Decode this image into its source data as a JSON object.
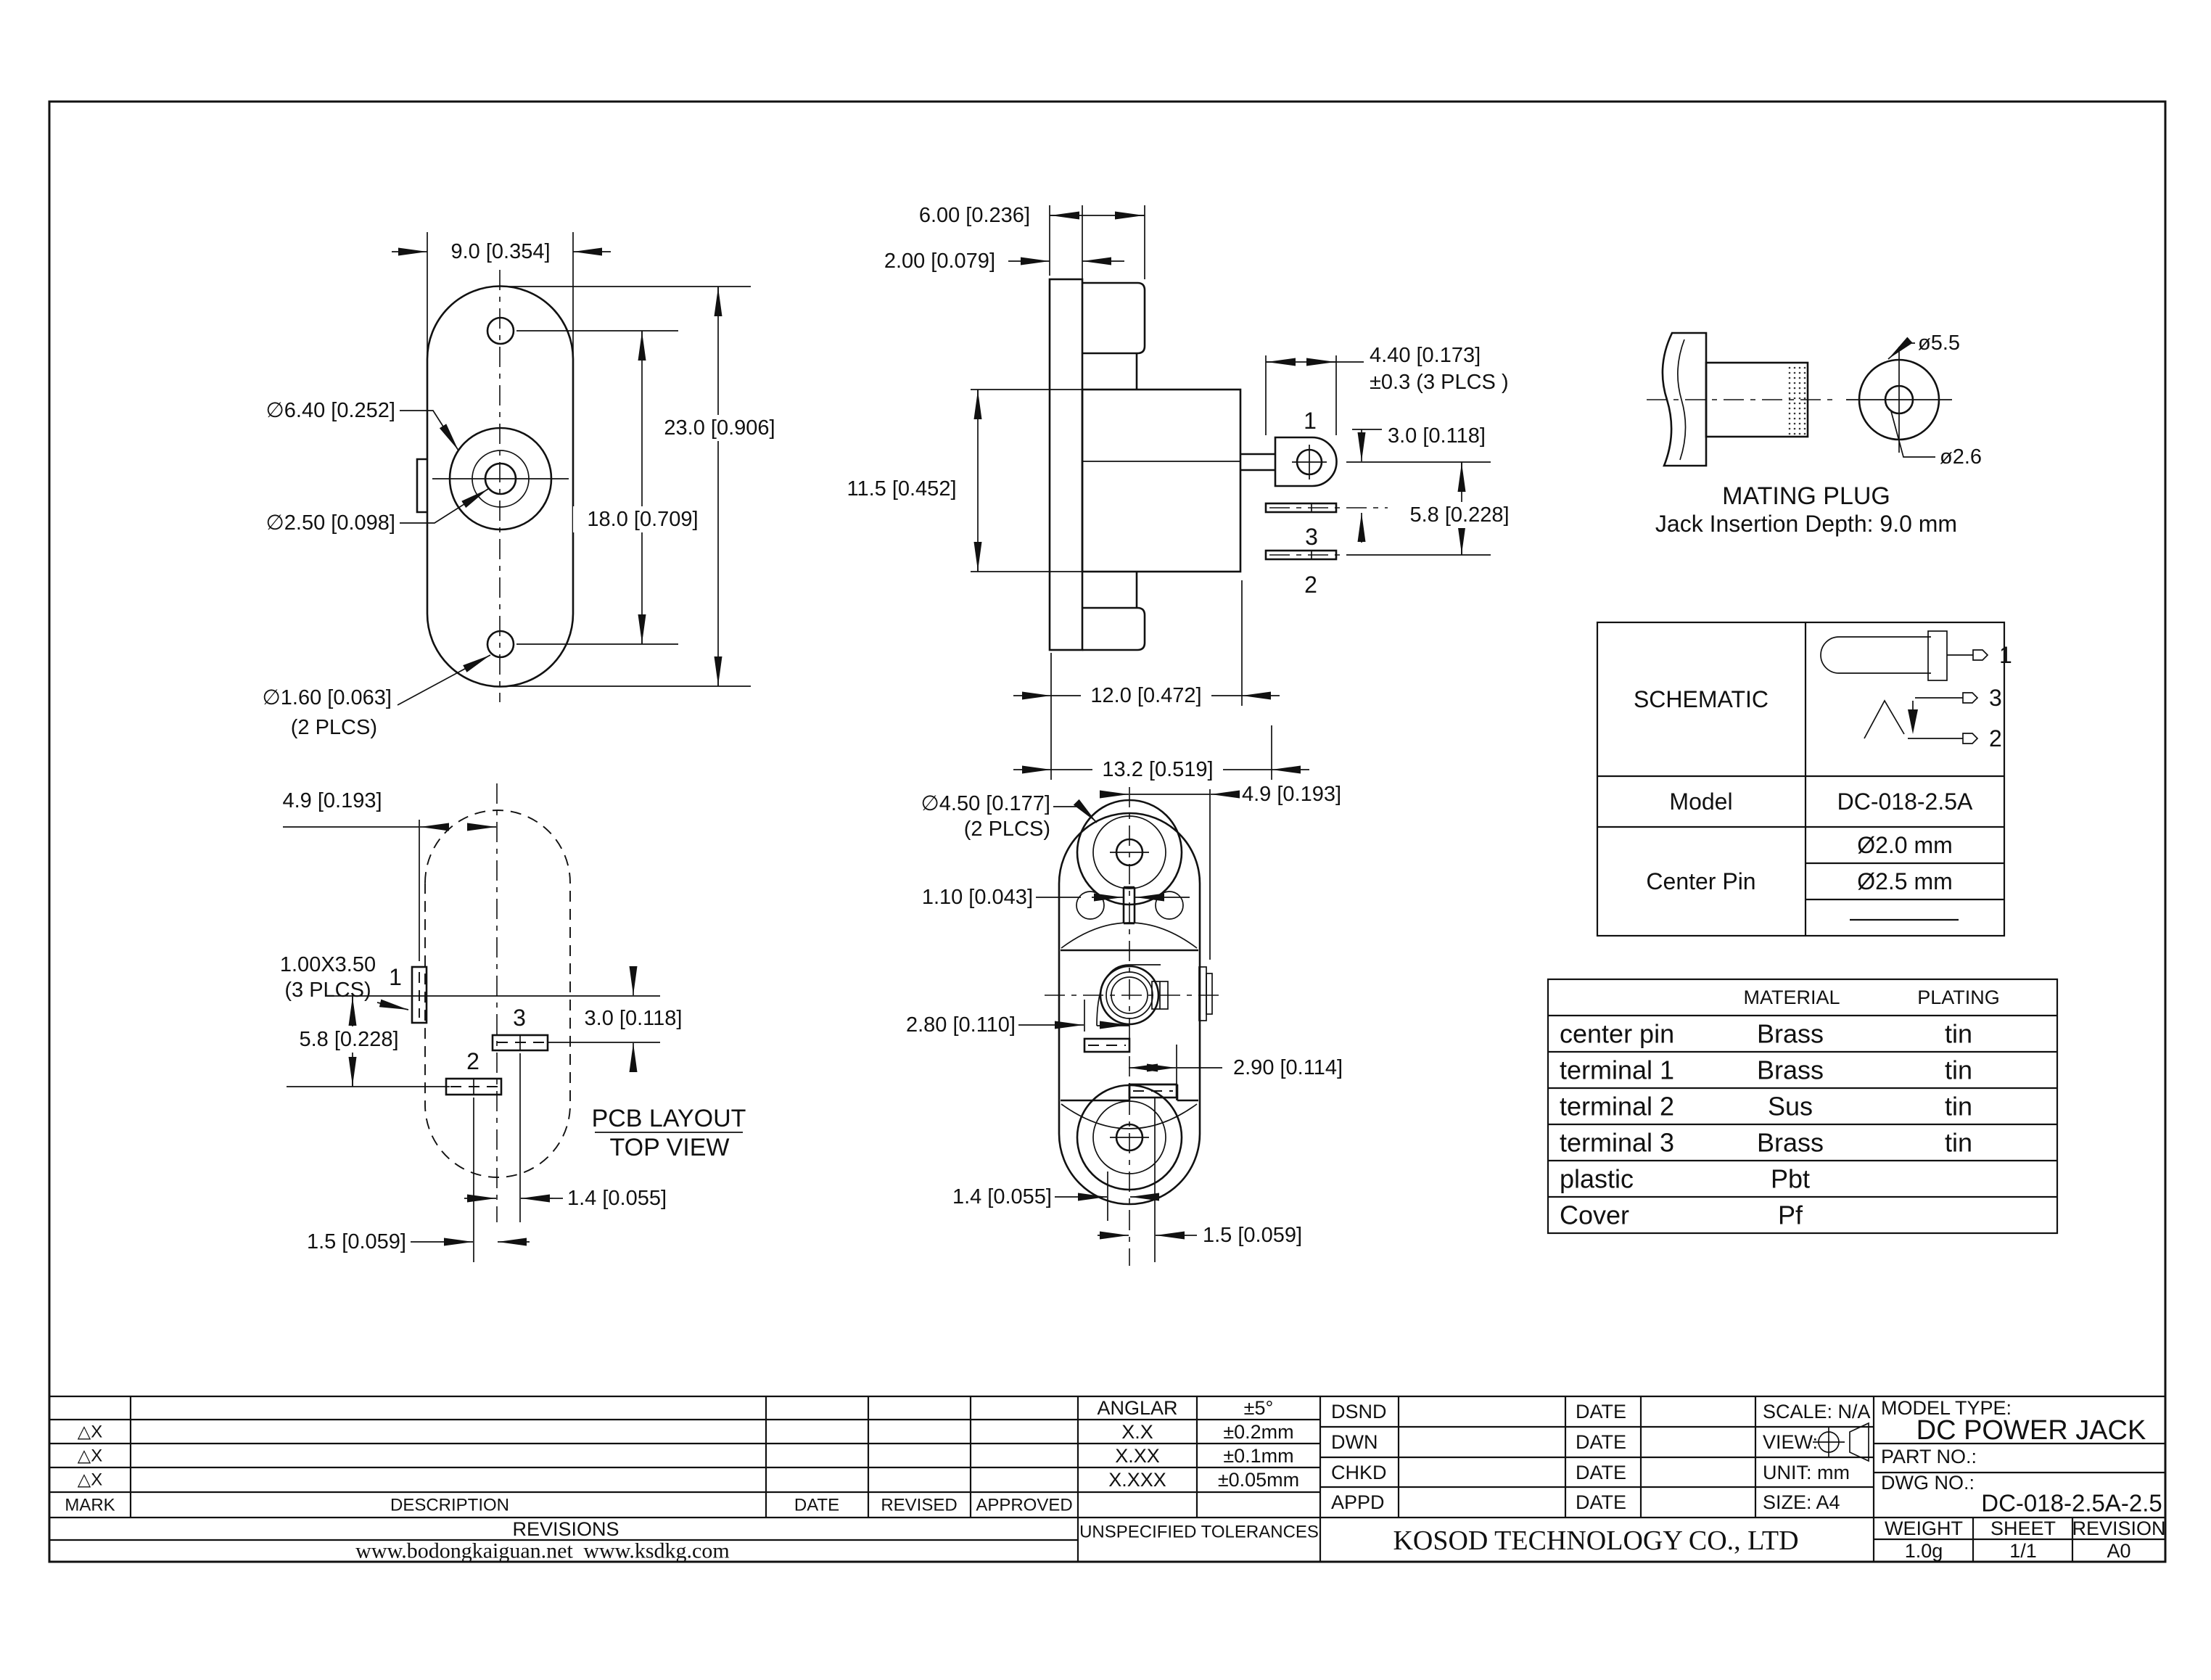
{
  "drawing": {
    "front_view": {
      "dim_width": "9.0 [0.354]",
      "dim_height": "23.0 [0.906]",
      "dim_hole_spacing": "18.0 [0.709]",
      "dia_boss": "∅6.40 [0.252]",
      "dia_center": "∅2.50 [0.098]",
      "dia_small_holes": "∅1.60 [0.063]",
      "dia_small_holes_note": "(2 PLCS)"
    },
    "side_view": {
      "dim_boss_width": "6.00 [0.236]",
      "dim_flange_thickness": "2.00 [0.079]",
      "dim_body_height": "11.5 [0.452]",
      "dim_terminal_length": "4.40 [0.173]",
      "dim_terminal_tolerance": "±0.3 (3 PLCS )",
      "dim_pin1_pin3": "3.0 [0.118]",
      "dim_pin1_pin2": "5.8 [0.228]",
      "dim_body_depth": "12.0 [0.472]",
      "dim_overall_depth": "13.2 [0.519]",
      "pin1": "1",
      "pin2": "2",
      "pin3": "3"
    },
    "mating_plug": {
      "dia_outer": "ø5.5",
      "dia_inner": "ø2.6",
      "title": "MATING PLUG",
      "note": "Jack Insertion Depth: 9.0 mm"
    },
    "pcb_layout": {
      "dim_pad1_offset": "4.9 [0.193]",
      "pad_size": "1.00X3.50",
      "pad_size_note": "(3 PLCS)",
      "dim_pin1_pin2": "5.8 [0.228]",
      "dim_pin1_pin3": "3.0 [0.118]",
      "dim_pad3_offset": "1.4 [0.055]",
      "dim_pad2_offset": "1.5 [0.059]",
      "title_line1": "PCB LAYOUT",
      "title_line2": "TOP VIEW",
      "pin1": "1",
      "pin2": "2",
      "pin3": "3"
    },
    "bottom_view": {
      "dia_boss": "∅4.50 [0.177]",
      "dia_boss_note": "(2 PLCS)",
      "dim_offset": "4.9 [0.193]",
      "dim_slot": "1.10 [0.043]",
      "dim_ring_offset": "2.80 [0.110]",
      "dim_pad2_offset": "2.90 [0.114]",
      "dim_pad3": "1.4 [0.055]",
      "dim_pad2": "1.5 [0.059]"
    }
  },
  "schematic_table": {
    "row1_label": "SCHEMATIC",
    "model_label": "Model",
    "model_value": "DC-018-2.5A",
    "center_pin_label": "Center Pin",
    "center_pin_options": [
      "Ø2.0 mm",
      "Ø2.5 mm"
    ],
    "pin1": "1",
    "pin2": "2",
    "pin3": "3"
  },
  "material_table": {
    "material_header": "MATERIAL",
    "plating_header": "PLATING",
    "rows": [
      {
        "part": "center pin",
        "material": "Brass",
        "plating": "tin"
      },
      {
        "part": "terminal 1",
        "material": "Brass",
        "plating": "tin"
      },
      {
        "part": "terminal 2",
        "material": "Sus",
        "plating": "tin"
      },
      {
        "part": "terminal 3",
        "material": "Brass",
        "plating": "tin"
      },
      {
        "part": "plastic",
        "material": "Pbt",
        "plating": ""
      },
      {
        "part": "Cover",
        "material": "Pf",
        "plating": ""
      }
    ]
  },
  "title_block": {
    "revisions": {
      "mark_header": "MARK",
      "description_header": "DESCRIPTION",
      "date_header": "DATE",
      "revised_header": "REVISED",
      "approved_header": "APPROVED",
      "band_label": "REVISIONS",
      "mark_rows": [
        "△X",
        "△X",
        "△X"
      ],
      "website1": "www.bodongkaiguan.net",
      "website2": "www.ksdkg.com"
    },
    "tolerances": {
      "title": "UNSPECIFIED TOLERANCES",
      "rows": [
        {
          "label": "ANGLAR",
          "value": "±5°"
        },
        {
          "label": "X.X",
          "value": "±0.2mm"
        },
        {
          "label": "X.XX",
          "value": "±0.1mm"
        },
        {
          "label": "X.XXX",
          "value": "±0.05mm"
        }
      ]
    },
    "approvals": {
      "roles": [
        "DSND",
        "DWN",
        "CHKD",
        "APPD"
      ],
      "date_label": "DATE",
      "scale": "SCALE: N/A",
      "view_label": "VIEW:",
      "unit": "UNIT: mm",
      "size": "SIZE: A4"
    },
    "info": {
      "model_type_label": "MODEL TYPE:",
      "model_type": "DC POWER JACK",
      "part_no_label": "PART NO.:",
      "dwg_no_label": "DWG NO.:",
      "dwg_no": "DC-018-2.5A-2.5",
      "weight_label": "WEIGHT",
      "weight": "1.0g",
      "sheet_label": "SHEET",
      "sheet": "1/1",
      "revision_label": "REVISION",
      "revision": "A0",
      "company": "KOSOD TECHNOLOGY CO., LTD"
    }
  }
}
